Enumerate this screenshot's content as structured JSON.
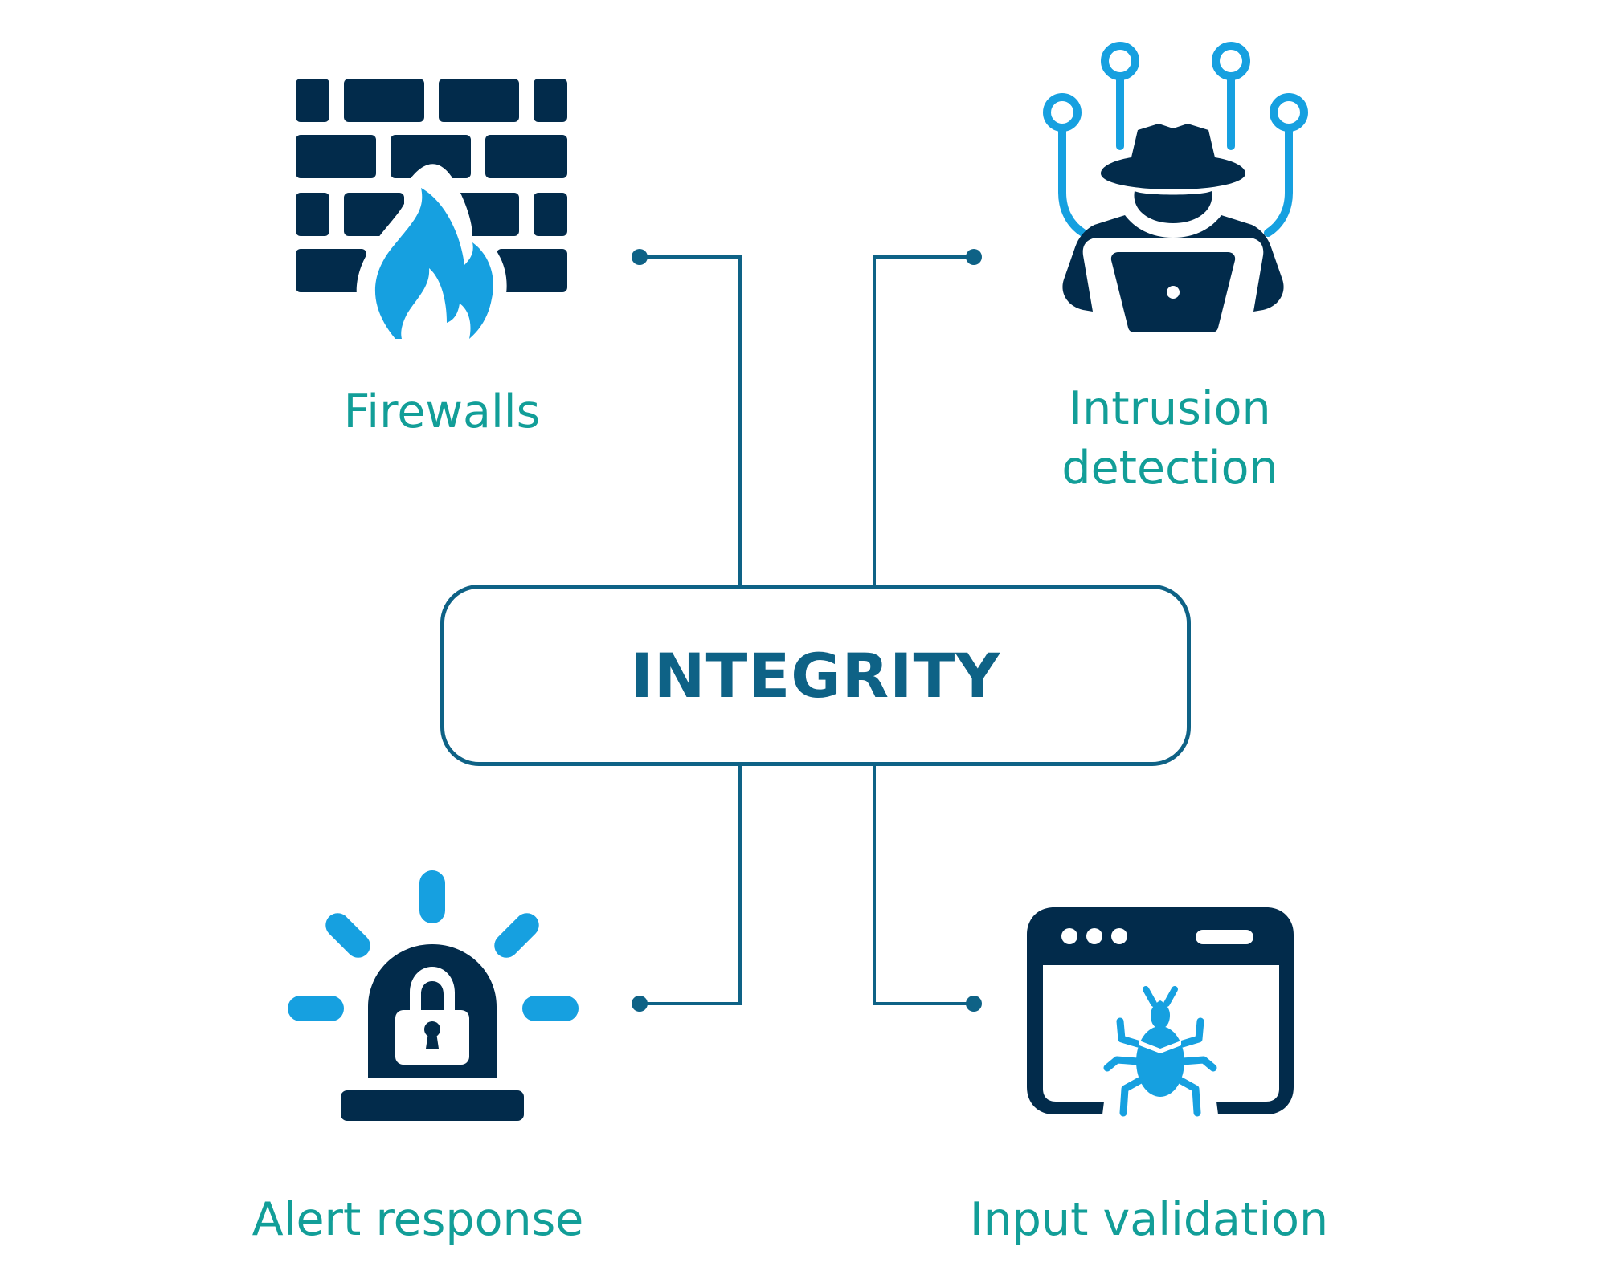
{
  "center": {
    "title": "INTEGRITY"
  },
  "nodes": {
    "firewalls": {
      "label": "Firewalls",
      "icon": "firewall-icon"
    },
    "intrusion_detection": {
      "label_line1": "Intrusion",
      "label_line2": "detection",
      "icon": "hacker-icon"
    },
    "alert_response": {
      "label": "Alert response",
      "icon": "siren-lock-icon"
    },
    "input_validation": {
      "label": "Input validation",
      "icon": "browser-bug-icon"
    }
  },
  "colors": {
    "navy": "#022b4b",
    "accent_blue": "#16a0e0",
    "connector": "#0e6286",
    "label_teal": "#129e98"
  }
}
